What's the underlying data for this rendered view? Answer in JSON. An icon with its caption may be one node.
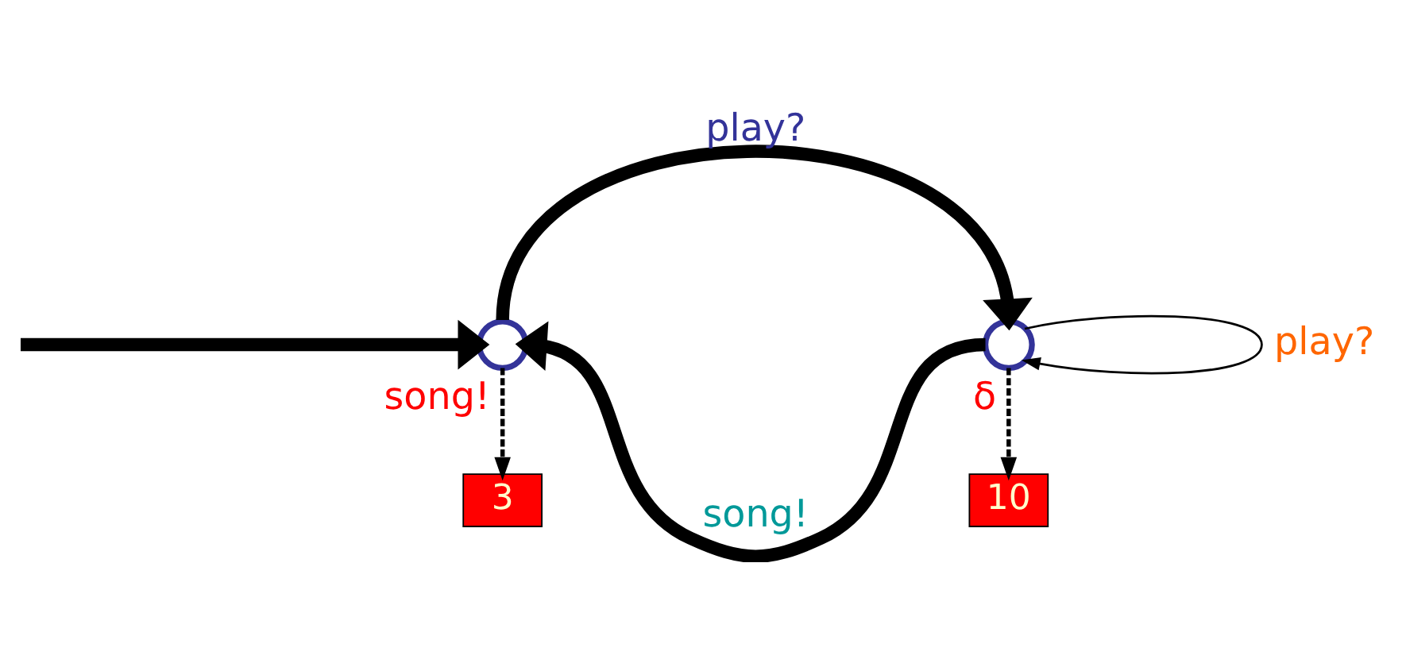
{
  "diagram": {
    "nodes": [
      {
        "text": [],
        "shape": "circle"
      },
      {
        "text": [],
        "shape": "circle"
      },
      {
        "text": [
          "3"
        ]
      },
      {
        "text": [
          "10"
        ]
      }
    ],
    "edges": [
      {
        "from": null,
        "to": 0,
        "arrow": "to",
        "style": "thick"
      },
      {
        "from": 0,
        "to": 1,
        "arrow": "to",
        "label": "play?",
        "style": "thick"
      },
      {
        "from": 1,
        "to": 0,
        "arrow": "to",
        "label": "song!",
        "style": "thick"
      },
      {
        "from": 1,
        "to": 1,
        "arrow": "to",
        "label": "play?"
      },
      {
        "from": 0,
        "to": 2,
        "arrow": "to",
        "label": "song!",
        "style": "dashed"
      },
      {
        "from": 1,
        "to": 3,
        "arrow": "to",
        "label": "δ",
        "style": "dashed"
      }
    ]
  }
}
